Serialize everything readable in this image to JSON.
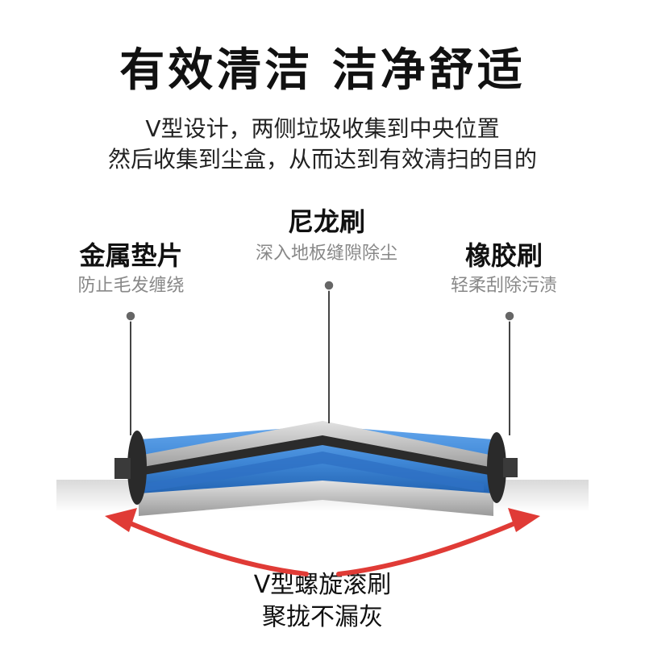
{
  "headline": "有效清洁 洁净舒适",
  "subtitle_line1": "V型设计，两侧垃圾收集到中央位置",
  "subtitle_line2": "然后收集到尘盒，从而达到有效清扫的目的",
  "callouts": {
    "center": {
      "title": "尼龙刷",
      "desc": "深入地板缝隙除尘"
    },
    "left": {
      "title": "金属垫片",
      "desc": "防止毛发缠绕"
    },
    "right": {
      "title": "橡胶刷",
      "desc": "轻柔刮除污渍"
    }
  },
  "bottom": {
    "line1": "V型螺旋滚刷",
    "line2": "聚拢不漏灰"
  },
  "colors": {
    "brush_blue": "#3f87d6",
    "bristle_gray": "#b9b9b9",
    "arrow_red": "#e03b36"
  }
}
